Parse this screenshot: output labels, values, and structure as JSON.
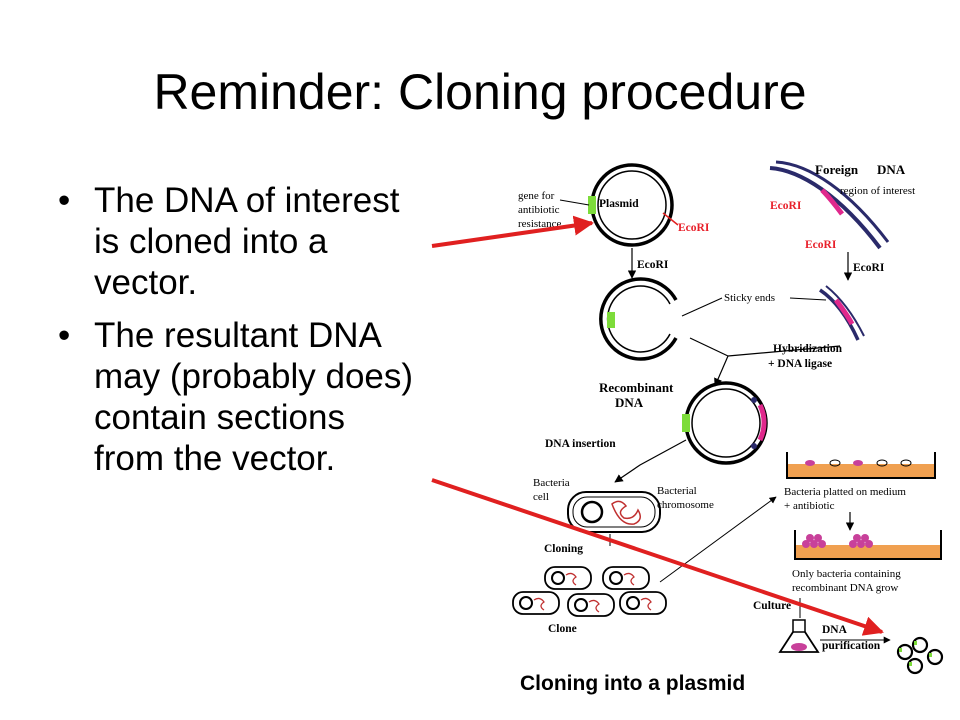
{
  "slide": {
    "title": "Reminder: Cloning procedure",
    "bullets": [
      {
        "marker": "•",
        "lines": [
          "The DNA of interest",
          "is cloned into a",
          "vector."
        ]
      },
      {
        "marker": "•",
        "lines": [
          "The resultant DNA",
          "may (probably does)",
          "contain sections",
          "from the vector."
        ]
      }
    ],
    "caption": "Cloning into a plasmid"
  },
  "diagram": {
    "labels": {
      "gene": [
        "gene for",
        "antibiotic",
        "resistance"
      ],
      "plasmid": "Plasmid",
      "ecori_plasmid": "EcoRI",
      "ecori_arrow1": "EcoRI",
      "foreign": [
        "Foreign",
        "DNA"
      ],
      "region": "region of interest",
      "ecori_f1": "EcoRI",
      "ecori_f2": "EcoRI",
      "ecori_arrow2": "EcoRI",
      "sticky": "Sticky ends",
      "hybrid": [
        "Hybridization",
        "+ DNA ligase"
      ],
      "recomb": [
        "Recombinant",
        "DNA"
      ],
      "insertion": "DNA insertion",
      "bact_cell": [
        "Bacteria",
        "cell"
      ],
      "bact_chrom": [
        "Bacterial",
        "chromosome"
      ],
      "platted": [
        "Bacteria platted on medium",
        "+ antibiotic"
      ],
      "only": [
        "Only bacteria containing",
        "recombinant DNA grow"
      ],
      "cloning": "Cloning",
      "clone": "Clone",
      "culture": "Culture",
      "purif": [
        "DNA",
        "purification"
      ]
    },
    "colors": {
      "pointer_arrow": "#e02020",
      "green_segment": "#7ddc3a",
      "magenta_segment": "#e0288c",
      "navy_strand": "#2a2a6a",
      "plate_medium": "#f0a050",
      "colony": "#c8409a"
    }
  }
}
